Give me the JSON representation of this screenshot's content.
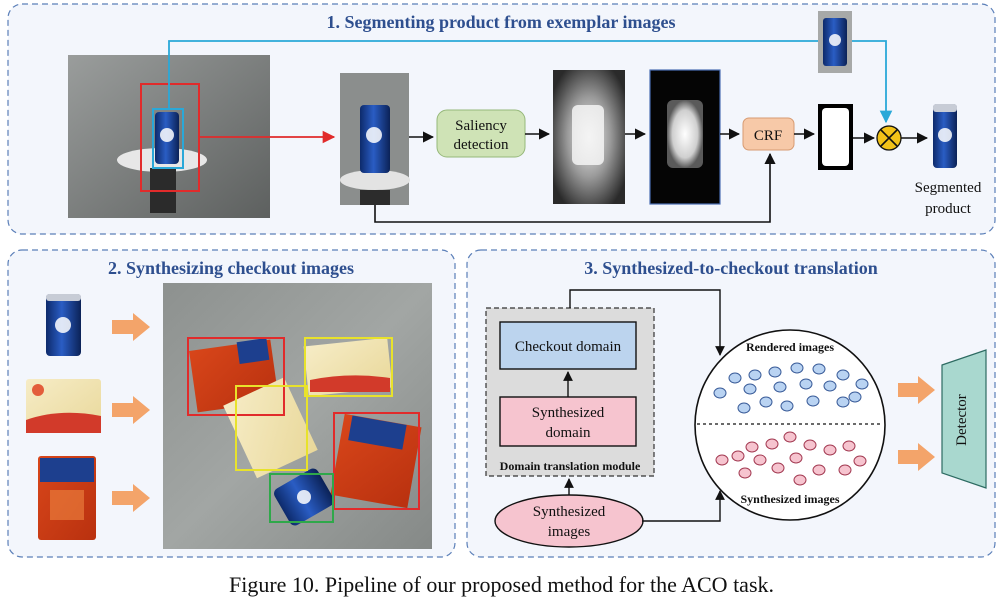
{
  "panels": {
    "segmenting": {
      "title": "1. Segmenting product from exemplar images"
    },
    "synthesizing": {
      "title": "2. Synthesizing checkout images"
    },
    "translation": {
      "title": "3. Synthesized-to-checkout translation"
    }
  },
  "nodes": {
    "saliency": {
      "line1": "Saliency",
      "line2": "detection"
    },
    "crf": {
      "label": "CRF"
    },
    "segmented_product": {
      "line1": "Segmented",
      "line2": "product"
    },
    "checkout_domain": {
      "label": "Checkout domain"
    },
    "synthesized_domain": {
      "line1": "Synthesized",
      "line2": "domain"
    },
    "domain_module": {
      "label": "Domain translation module"
    },
    "synthesized_images": {
      "line1": "Synthesized",
      "line2": "images"
    },
    "rendered_images_label": {
      "label": "Rendered images"
    },
    "synthesized_images_label": {
      "label": "Synthesized images"
    },
    "detector": {
      "label": "Detector"
    }
  },
  "caption": "Figure 10. Pipeline of our proposed method for the ACO task.",
  "colors": {
    "panel_border": "#5b7fb8",
    "panel_fill": "#f3f6fc",
    "title_text": "#2e4f8f",
    "saliency_fill": "#cfe3b6",
    "crf_fill": "#f7c9a8",
    "checkout_fill": "#bcd4ee",
    "synth_fill": "#f6c4cf",
    "arrow_orange": "#f3a46a",
    "detector_fill": "#a9d8cf",
    "box_red": "#e12b2b",
    "box_yellow": "#e8e22b",
    "box_green": "#2fa84a",
    "arrow_cyan": "#2aa8d8"
  }
}
